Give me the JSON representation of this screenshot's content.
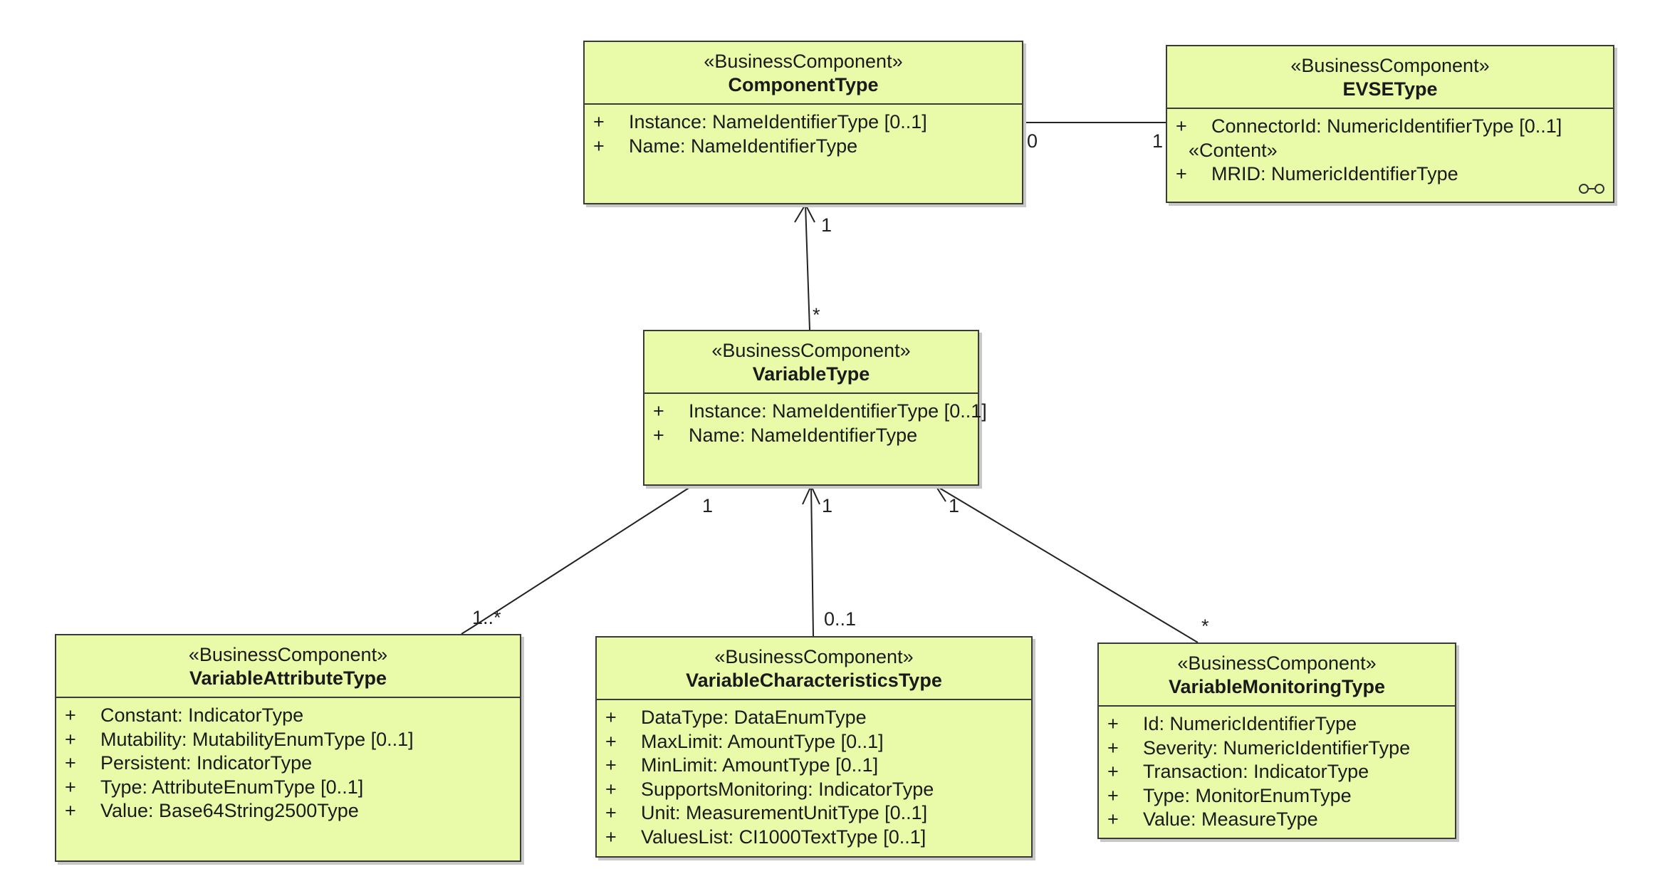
{
  "classes": {
    "component": {
      "stereotype": "«BusinessComponent»",
      "name": "ComponentType",
      "attributes": [
        {
          "vis": "+",
          "text": "Instance: NameIdentifierType [0..1]"
        },
        {
          "vis": "+",
          "text": "Name: NameIdentifierType"
        }
      ]
    },
    "evse": {
      "stereotype": "«BusinessComponent»",
      "name": "EVSEType",
      "attributes": [
        {
          "vis": "+",
          "text": "ConnectorId: NumericIdentifierType [0..1]"
        }
      ],
      "section_label": "«Content»",
      "content_attributes": [
        {
          "vis": "+",
          "text": "MRID: NumericIdentifierType"
        }
      ]
    },
    "variable": {
      "stereotype": "«BusinessComponent»",
      "name": "VariableType",
      "attributes": [
        {
          "vis": "+",
          "text": "Instance: NameIdentifierType [0..1]"
        },
        {
          "vis": "+",
          "text": "Name: NameIdentifierType"
        }
      ]
    },
    "variable_attribute": {
      "stereotype": "«BusinessComponent»",
      "name": "VariableAttributeType",
      "attributes": [
        {
          "vis": "+",
          "text": "Constant: IndicatorType"
        },
        {
          "vis": "+",
          "text": "Mutability: MutabilityEnumType [0..1]"
        },
        {
          "vis": "+",
          "text": "Persistent: IndicatorType"
        },
        {
          "vis": "+",
          "text": "Type: AttributeEnumType [0..1]"
        },
        {
          "vis": "+",
          "text": "Value: Base64String2500Type"
        }
      ]
    },
    "variable_characteristics": {
      "stereotype": "«BusinessComponent»",
      "name": "VariableCharacteristicsType",
      "attributes": [
        {
          "vis": "+",
          "text": "DataType: DataEnumType"
        },
        {
          "vis": "+",
          "text": "MaxLimit: AmountType [0..1]"
        },
        {
          "vis": "+",
          "text": "MinLimit: AmountType [0..1]"
        },
        {
          "vis": "+",
          "text": "SupportsMonitoring: IndicatorType"
        },
        {
          "vis": "+",
          "text": "Unit: MeasurementUnitType [0..1]"
        },
        {
          "vis": "+",
          "text": "ValuesList: CI1000TextType [0..1]"
        }
      ]
    },
    "variable_monitoring": {
      "stereotype": "«BusinessComponent»",
      "name": "VariableMonitoringType",
      "attributes": [
        {
          "vis": "+",
          "text": "Id: NumericIdentifierType"
        },
        {
          "vis": "+",
          "text": "Severity: NumericIdentifierType"
        },
        {
          "vis": "+",
          "text": "Transaction: IndicatorType"
        },
        {
          "vis": "+",
          "text": "Type: MonitorEnumType"
        },
        {
          "vis": "+",
          "text": "Value: MeasureType"
        }
      ]
    }
  },
  "multiplicities": {
    "component_evse_left": "0",
    "component_evse_right": "1",
    "variable_to_component_target": "1",
    "variable_to_component_source": "*",
    "attribute_link_variable_end": "1",
    "attribute_link_attribute_end": "1..*",
    "characteristics_link_variable_end": "1",
    "characteristics_link_characteristics_end": "0..1",
    "monitoring_link_variable_end": "1",
    "monitoring_link_monitoring_end": "*"
  },
  "colors": {
    "class_fill": "#e9fba9",
    "class_border": "#3a3a3a",
    "edge": "#222222"
  },
  "icons": {
    "evse_view_icon": "glasses-icon"
  }
}
